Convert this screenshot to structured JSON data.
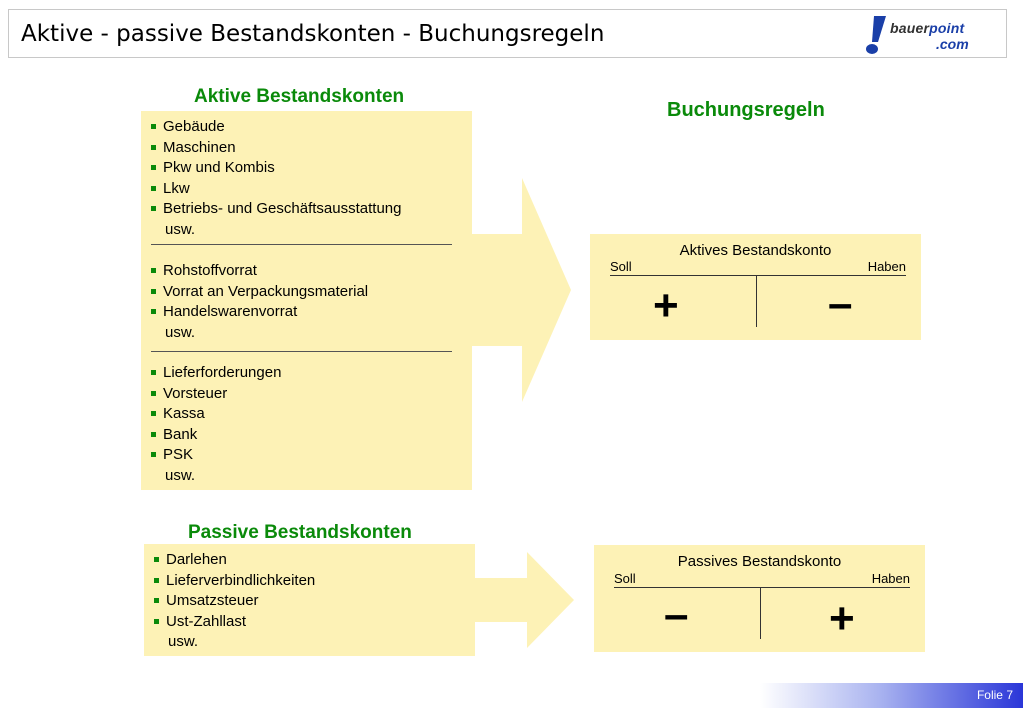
{
  "header": {
    "title": "Aktive - passive Bestandskonten - Buchungsregeln",
    "logo_text_1a": "bauer",
    "logo_text_1b": "point",
    "logo_text_2": ".com"
  },
  "aktive": {
    "heading": "Aktive Bestandskonten",
    "group1": [
      "Gebäude",
      "Maschinen",
      "Pkw und Kombis",
      "Lkw",
      "Betriebs- und Geschäftsausstattung"
    ],
    "group1_usw": "usw.",
    "group2": [
      "Rohstoffvorrat",
      "Vorrat an Verpackungsmaterial",
      "Handelswarenvorrat"
    ],
    "group2_usw": "usw.",
    "group3": [
      "Lieferforderungen",
      "Vorsteuer",
      "Kassa",
      "Bank",
      "PSK"
    ],
    "group3_usw": "usw."
  },
  "passive": {
    "heading": "Passive Bestandskonten",
    "items": [
      "Darlehen",
      "Lieferverbindlichkeiten",
      "Umsatzsteuer",
      "Ust-Zahllast"
    ],
    "usw": "usw."
  },
  "buchungsregeln": {
    "heading": "Buchungsregeln",
    "aktiv_konto": {
      "title": "Aktives Bestandskonto",
      "soll": "Soll",
      "haben": "Haben",
      "soll_sign": "+",
      "haben_sign": "–"
    },
    "passiv_konto": {
      "title": "Passives Bestandskonto",
      "soll": "Soll",
      "haben": "Haben",
      "soll_sign": "–",
      "haben_sign": "+"
    }
  },
  "footer": {
    "slide_label": "Folie 7"
  },
  "colors": {
    "accent_green": "#0a8a0a",
    "panel_yellow": "#fdf2b6",
    "footer_blue": "#2a36d8"
  }
}
